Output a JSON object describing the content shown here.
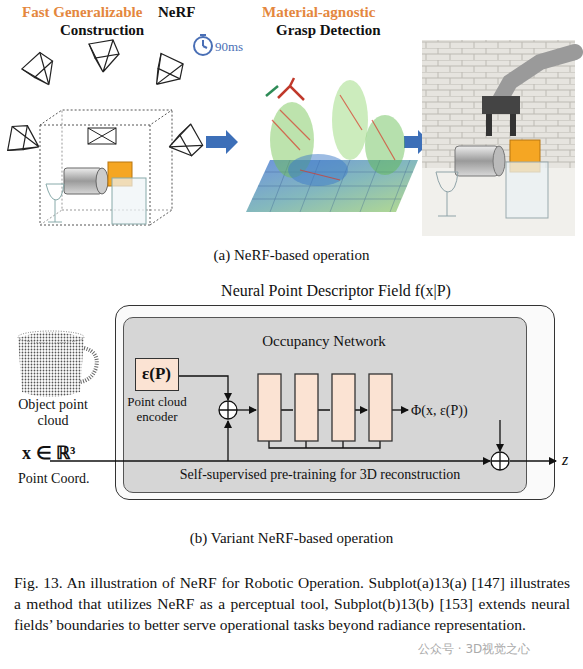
{
  "diagram": {
    "caption": "Fig. 13. An illustration of NeRF for Robotic Operation. Subplot(a)13(a) [147] illustrates a method that utilizes NeRF as a perceptual tool, Subplot(b)13(b) [153] extends neural fields’ boundaries to better serve operational tasks beyond radiance representation.",
    "nodes": [
      {
        "text": [
          "Neural Point Descriptor Field f(x|P)"
        ]
      },
      {
        "text": [
          "Occupancy Network"
        ],
        "in": 0
      },
      {
        "text": [
          "ε(P)",
          "Point cloud encoder"
        ],
        "in": 1
      }
    ],
    "labels": [
      "Fast Generalizable",
      "NeRF",
      "Construction",
      "Material-agnostic",
      "Grasp Detection",
      "90ms",
      "(a) NeRF-based operation",
      "Object point cloud",
      "x ∈ ℝ³",
      "Point Coord.",
      "Φ(x, ε(P))",
      "Self-supervised pre-training for 3D reconstruction",
      "z",
      "(b) Variant NeRF-based operation",
      "公众号 · 3D视觉之心"
    ]
  }
}
